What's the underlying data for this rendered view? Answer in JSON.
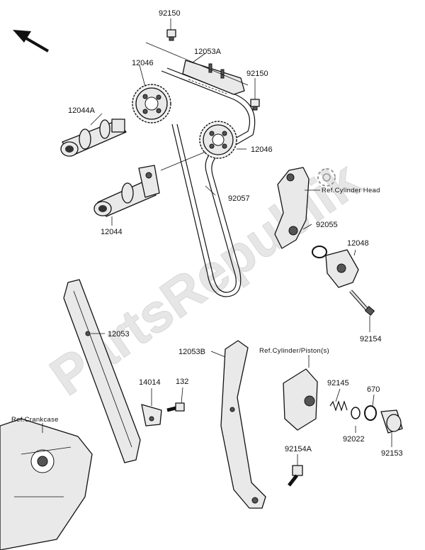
{
  "diagram": {
    "labels": {
      "p92150_top": "92150",
      "p12053A": "12053A",
      "p92150_right": "92150",
      "p12046_top": "12046",
      "p12044A": "12044A",
      "p12046_mid": "12046",
      "p92057": "92057",
      "p12044": "12044",
      "p92055": "92055",
      "p12048": "12048",
      "p92154": "92154",
      "p12053": "12053",
      "p12053B": "12053B",
      "p14014": "14014",
      "p132": "132",
      "p92145": "92145",
      "p670": "670",
      "p92022": "92022",
      "p92153": "92153",
      "p92154A": "92154A"
    },
    "refs": {
      "cylinder_head": "Ref.Cylinder Head",
      "cylinder_piston": "Ref.Cylinder/Piston(s)",
      "crankcase": "Ref.Crankcase"
    },
    "watermark": "PartsRepublik",
    "direction_icon": "arrow-front-icon",
    "colors": {
      "ink": "#111111",
      "fill": "#e9e9e9",
      "watermark": "#e6e6e6"
    }
  }
}
